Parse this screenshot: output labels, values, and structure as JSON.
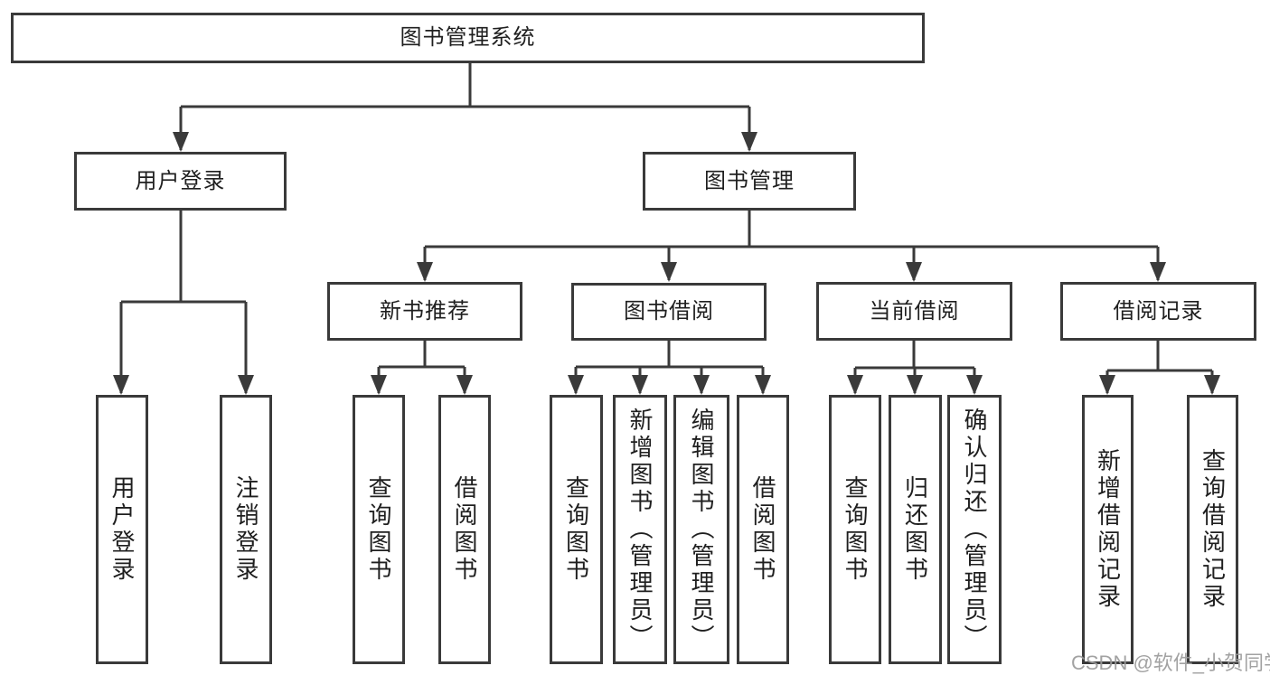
{
  "root": {
    "label": "图书管理系统"
  },
  "level1": [
    {
      "id": "user-login",
      "label": "用户登录"
    },
    {
      "id": "book-management",
      "label": "图书管理"
    }
  ],
  "level2": [
    {
      "id": "new-book-recommend",
      "label": "新书推荐"
    },
    {
      "id": "book-borrowing",
      "label": "图书借阅"
    },
    {
      "id": "current-borrowing",
      "label": "当前借阅"
    },
    {
      "id": "borrowing-records",
      "label": "借阅记录"
    }
  ],
  "leaves": [
    {
      "group": "用户登录",
      "label": "用户登录"
    },
    {
      "group": "用户登录",
      "label": "注销登录"
    },
    {
      "group": "新书推荐",
      "label": "查询图书"
    },
    {
      "group": "新书推荐",
      "label": "借阅图书"
    },
    {
      "group": "图书借阅",
      "label": "查询图书"
    },
    {
      "group": "图书借阅",
      "label": "新增图书（管理员）"
    },
    {
      "group": "图书借阅",
      "label": "编辑图书（管理员）"
    },
    {
      "group": "图书借阅",
      "label": "借阅图书"
    },
    {
      "group": "当前借阅",
      "label": "查询图书"
    },
    {
      "group": "当前借阅",
      "label": "归还图书"
    },
    {
      "group": "当前借阅",
      "label": "确认归还（管理员）"
    },
    {
      "group": "借阅记录",
      "label": "新增借阅记录"
    },
    {
      "group": "借阅记录",
      "label": "查询借阅记录"
    }
  ],
  "watermark": "CSDN @软件_小贺同学",
  "colors": {
    "line": "#3a3a3a",
    "text": "#1f1f1f",
    "background": "#ffffff",
    "watermark": "#9b9b9b"
  }
}
